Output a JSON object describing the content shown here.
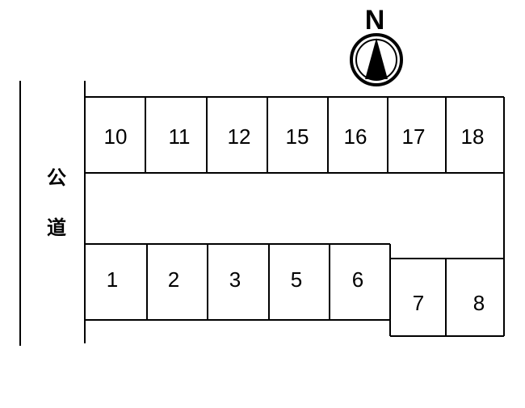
{
  "compass": {
    "label": "N",
    "icon": "north-arrow-icon"
  },
  "road": {
    "label_lines": [
      "公",
      "道"
    ]
  },
  "spaces": {
    "top_row": [
      "10",
      "11",
      "12",
      "15",
      "16",
      "17",
      "18"
    ],
    "bottom_row": [
      "1",
      "2",
      "3",
      "5",
      "6"
    ],
    "bottom_offset": [
      "7",
      "8"
    ]
  },
  "colors": {
    "line": "#000000",
    "background": "#ffffff"
  }
}
